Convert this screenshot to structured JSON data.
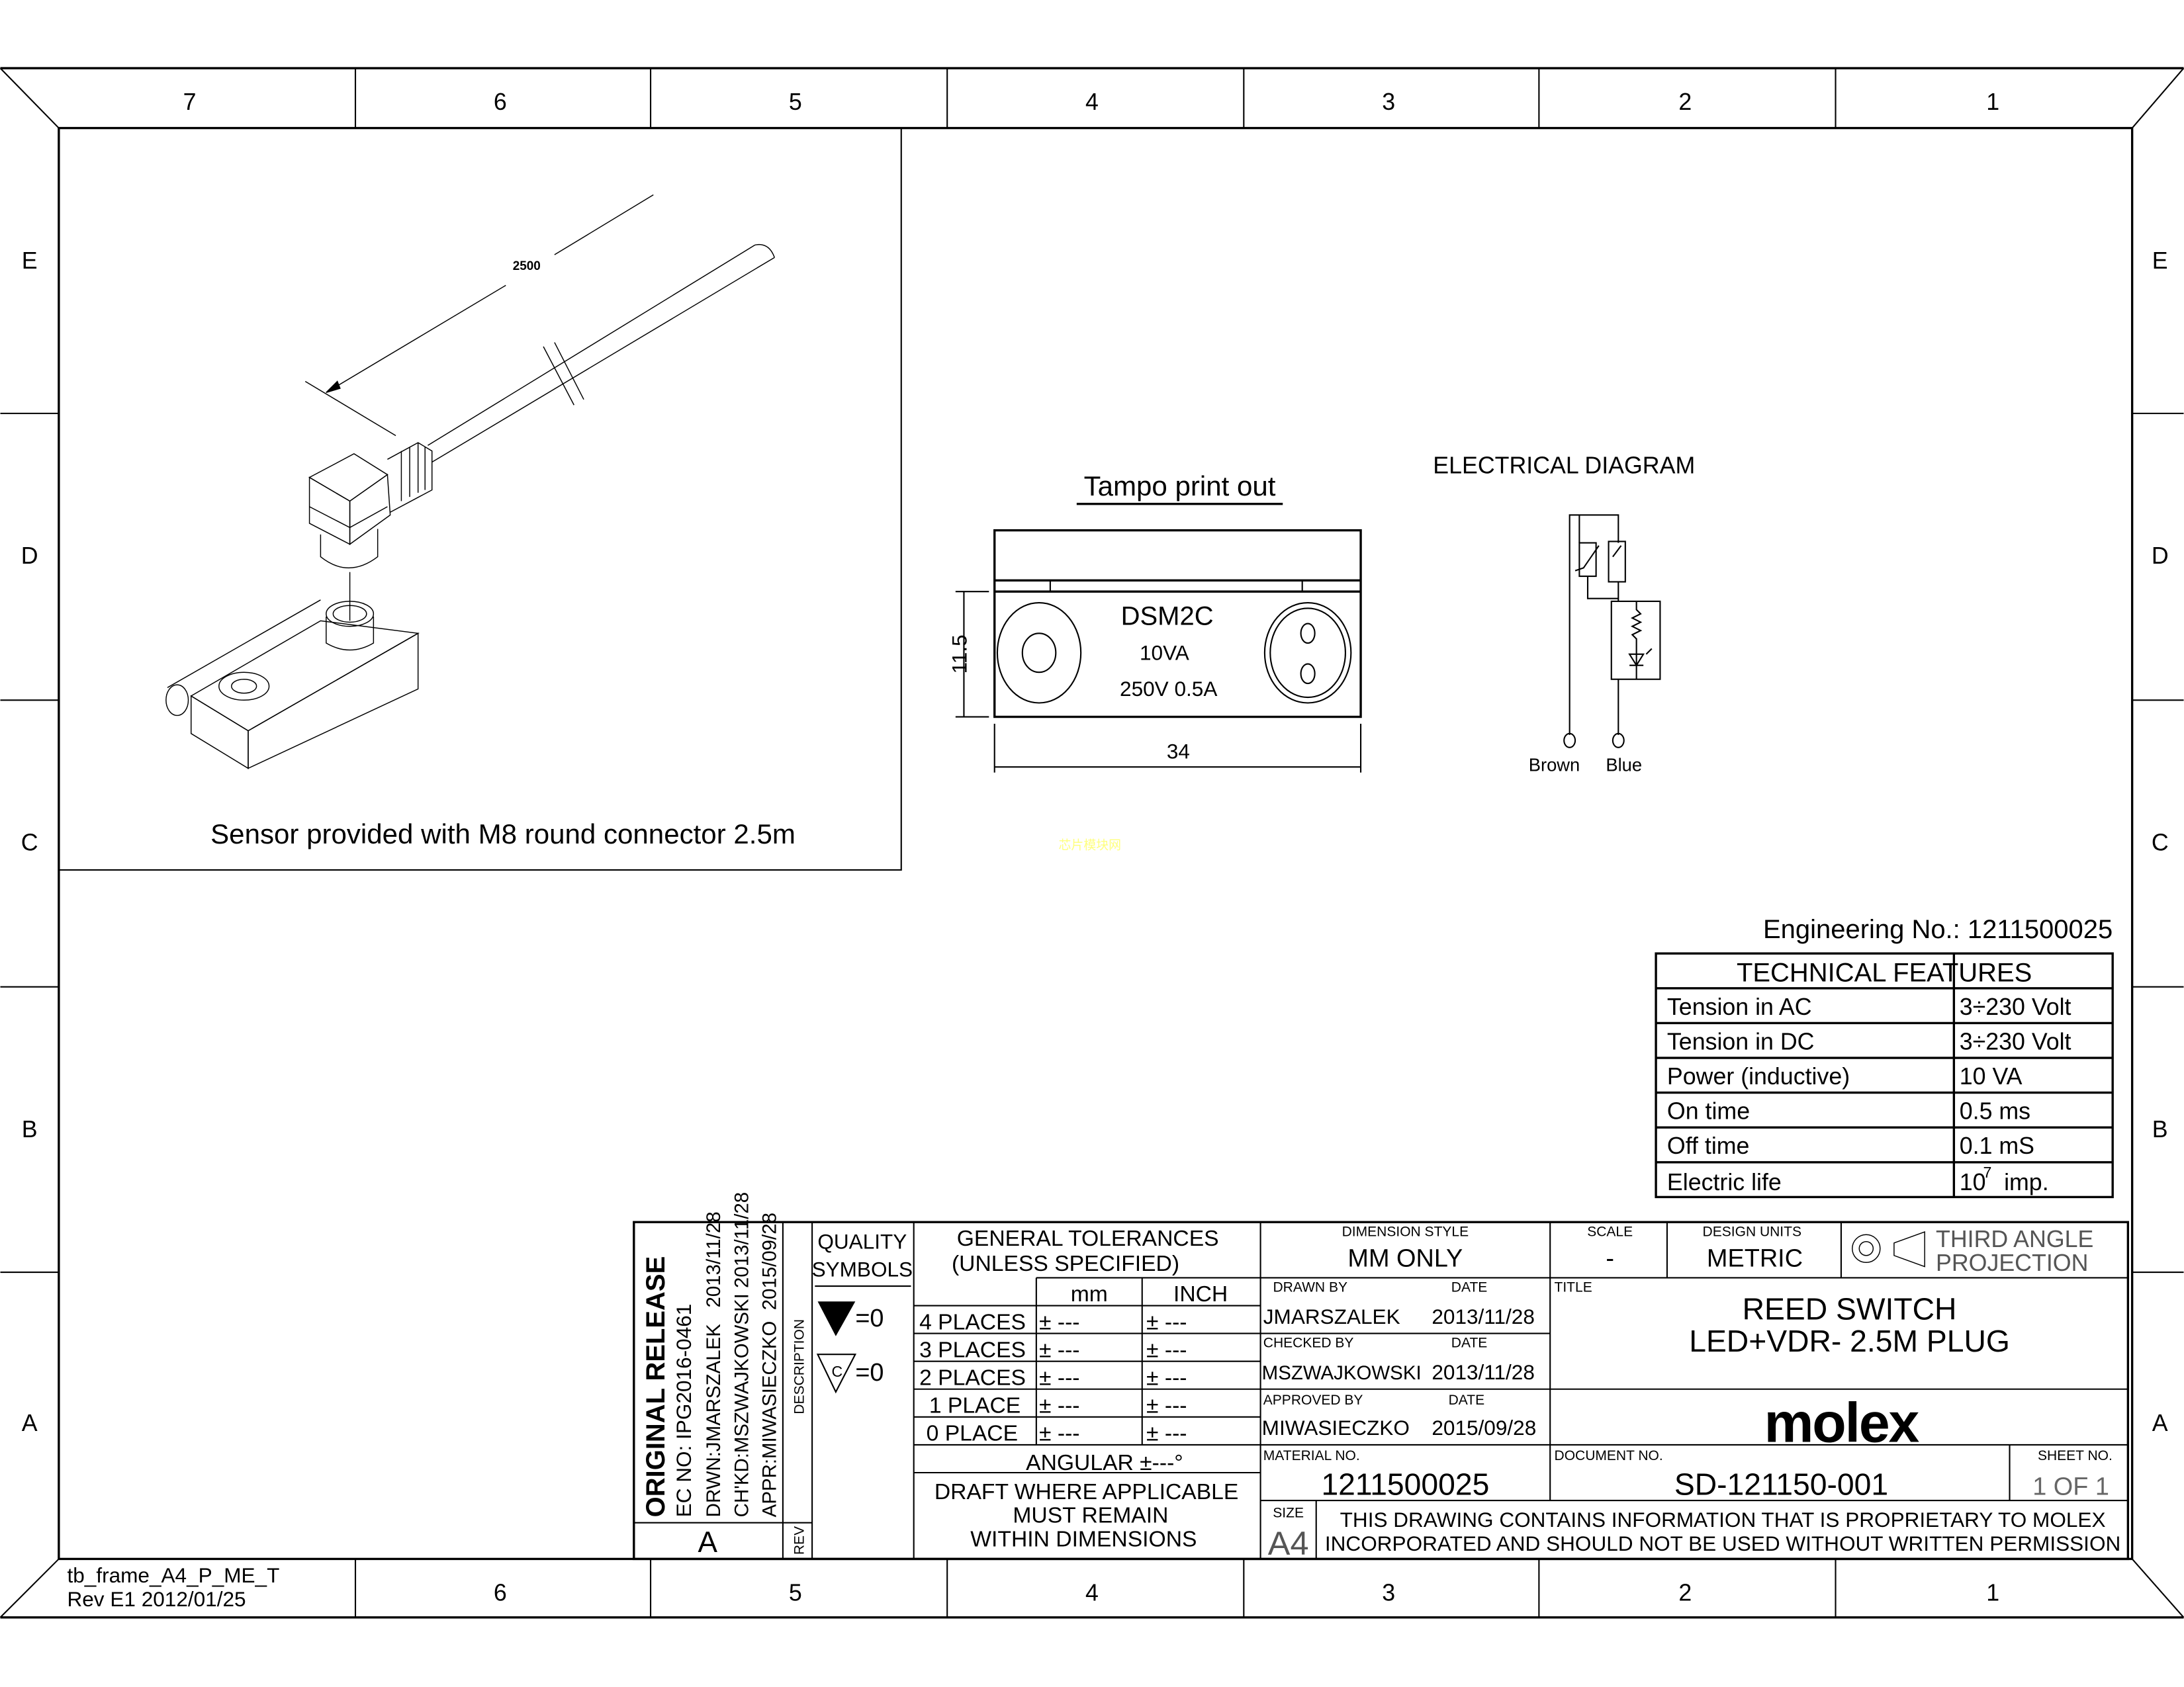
{
  "frame": {
    "zones_top": [
      "7",
      "6",
      "5",
      "4",
      "3",
      "2",
      "1"
    ],
    "zones_bottom": [
      "6",
      "5",
      "4",
      "3",
      "2",
      "1"
    ],
    "zones_side": [
      "E",
      "D",
      "C",
      "B",
      "A"
    ],
    "template_name": "tb_frame_A4_P_ME_T",
    "template_rev": "Rev E1 2012/01/25"
  },
  "isometric_view": {
    "dimension": "2500",
    "caption": "Sensor provided with M8 round connector 2.5m"
  },
  "tampo": {
    "title": "Tampo print out",
    "line1": "DSM2C",
    "line2": "10VA",
    "line3": "250V 0.5A",
    "dim_height": "11.5",
    "dim_width": "34"
  },
  "electrical": {
    "title": "ELECTRICAL DIAGRAM",
    "wire_left": "Brown",
    "wire_right": "Blue"
  },
  "watermark": "芯片模块网",
  "technical": {
    "engineering_no": "Engineering No.: 1211500025",
    "header": "TECHNICAL FEATURES",
    "rows": [
      {
        "label": "Tension in AC",
        "value": "3÷230 Volt"
      },
      {
        "label": "Tension in DC",
        "value": "3÷230 Volt"
      },
      {
        "label": "Power (inductive)",
        "value": "10 VA"
      },
      {
        "label": "On time",
        "value": "0.5 ms"
      },
      {
        "label": "Off time",
        "value": "0.1 mS"
      },
      {
        "label": "Electric life",
        "value": "10",
        "exponent": "7",
        "suffix": "imp."
      }
    ]
  },
  "revision": {
    "description": "ORIGINAL RELEASE",
    "ec_no": "EC NO: IPG2016-0461",
    "drawn": "DRWN:JMARSZALEK   2013/11/28",
    "checked": "CH'KD:MSZWAJKOWSKI 2013/11/28",
    "approved": "APPR:MIWASIECZKO  2015/09/28",
    "description_label": "DESCRIPTION",
    "rev": "A",
    "rev_label": "REV"
  },
  "quality": {
    "title1": "QUALITY",
    "title2": "SYMBOLS",
    "sym1": "=0",
    "sym2": "=0",
    "sym2_letter": "C"
  },
  "tolerances": {
    "title1": "GENERAL TOLERANCES",
    "title2": "(UNLESS SPECIFIED)",
    "col_mm": "mm",
    "col_inch": "INCH",
    "rows": [
      {
        "label": "4 PLACES",
        "mm": "± ---",
        "inch": "± ---"
      },
      {
        "label": "3 PLACES",
        "mm": "± ---",
        "inch": "± ---"
      },
      {
        "label": "2 PLACES",
        "mm": "± ---",
        "inch": "± ---"
      },
      {
        "label": "1 PLACE",
        "mm": "± ---",
        "inch": "± ---"
      },
      {
        "label": "0 PLACE",
        "mm": "± ---",
        "inch": "± ---"
      }
    ],
    "angular": "ANGULAR ±---°",
    "draft1": "DRAFT WHERE APPLICABLE",
    "draft2": "MUST REMAIN",
    "draft3": "WITHIN DIMENSIONS"
  },
  "title_block": {
    "dimension_style_label": "DIMENSION STYLE",
    "dimension_style": "MM ONLY",
    "scale_label": "SCALE",
    "scale": "-",
    "design_units_label": "DESIGN UNITS",
    "design_units": "METRIC",
    "projection1": "THIRD ANGLE",
    "projection2": "PROJECTION",
    "drawn_by_label": "DRAWN BY",
    "date_label": "DATE",
    "drawn_by": "JMARSZALEK",
    "drawn_date": "2013/11/28",
    "checked_by_label": "CHECKED BY",
    "checked_by": "MSZWAJKOWSKI",
    "checked_date": "2013/11/28",
    "approved_by_label": "APPROVED BY",
    "approved_by": "MIWASIECZKO",
    "approved_date": "2015/09/28",
    "title_label": "TITLE",
    "title1": "REED SWITCH",
    "title2": "LED+VDR- 2.5M PLUG",
    "logo": "molex",
    "material_label": "MATERIAL NO.",
    "material_no": "1211500025",
    "document_label": "DOCUMENT NO.",
    "document_no": "SD-121150-001",
    "sheet_label": "SHEET NO.",
    "sheet": "1 OF 1",
    "size_label": "SIZE",
    "size": "A4",
    "proprietary1": "THIS DRAWING CONTAINS INFORMATION THAT IS PROPRIETARY TO MOLEX",
    "proprietary2": "INCORPORATED AND SHOULD NOT BE USED WITHOUT WRITTEN PERMISSION"
  }
}
